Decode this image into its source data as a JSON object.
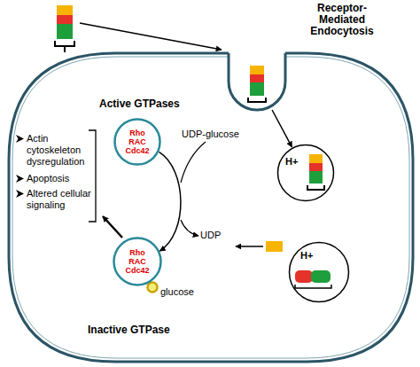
{
  "diagram": {
    "nodes": [
      {
        "text": [
          "Receptor-Mediated Endocytosis"
        ]
      },
      {
        "text": [
          "H+"
        ]
      },
      {
        "text": [
          "H+"
        ]
      },
      {
        "text": [
          "Active GTPases",
          "Rho RAC Cdc42"
        ]
      },
      {
        "text": [
          "Inactive GTPase",
          "Rho RAC Cdc42"
        ]
      }
    ],
    "edges": [
      {
        "from": 0,
        "to": 1,
        "arrow": "to"
      },
      {
        "from": 3,
        "to": 4,
        "arrow": "to"
      }
    ],
    "labels": [
      "UDP-glucose",
      "UDP",
      "glucose",
      "Actin cytoskeleton dysregulation",
      "Apoptosis",
      "Altered cellular signaling"
    ]
  }
}
